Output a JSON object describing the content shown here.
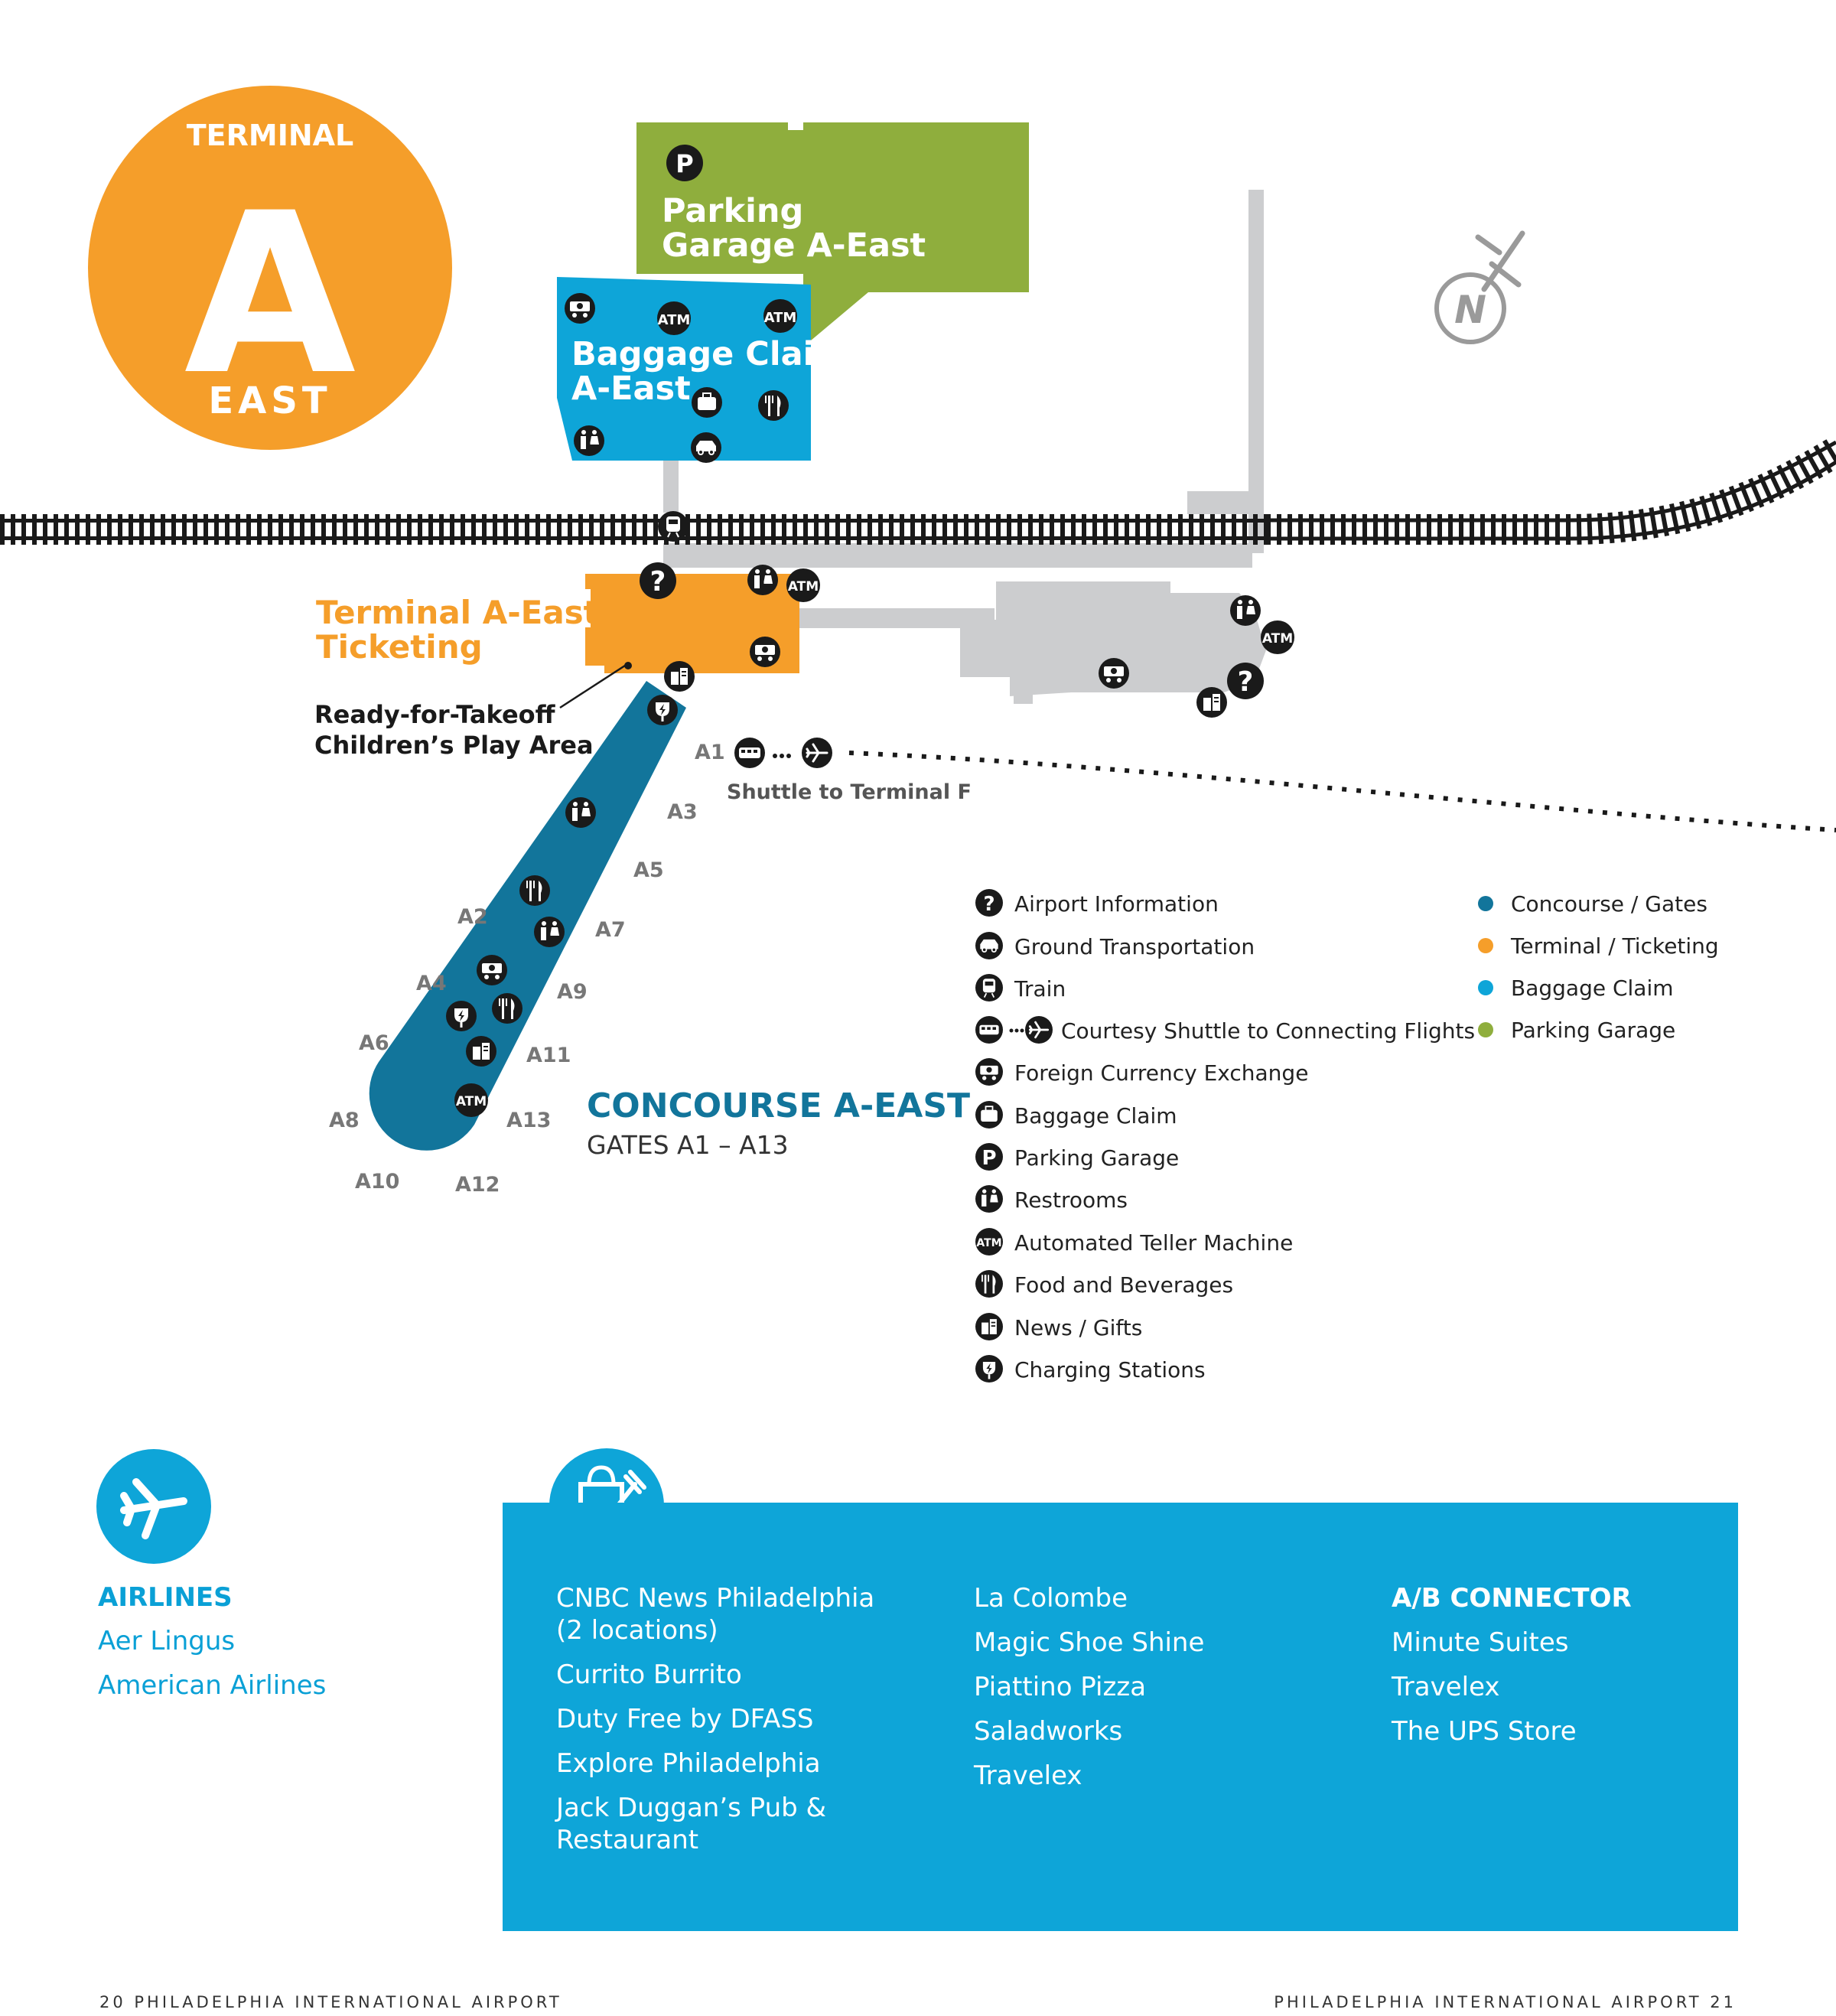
{
  "badge": {
    "top": "TERMINAL",
    "letter": "A",
    "bottom": "EAST"
  },
  "areas": {
    "parking": {
      "line1": "Parking",
      "line2": "Garage A-East"
    },
    "baggage": {
      "line1": "Baggage Claim",
      "line2": "A-East"
    },
    "ticketing": {
      "line1": "Terminal A-East",
      "line2": "Ticketing"
    },
    "play_area": {
      "line1": "Ready-for-Takeoff",
      "line2": "Children’s Play Area"
    },
    "concourse": {
      "title": "CONCOURSE A-EAST",
      "subtitle": "GATES A1 – A13"
    },
    "shuttle": "Shuttle to Terminal F"
  },
  "gates": [
    "A1",
    "A2",
    "A3",
    "A4",
    "A5",
    "A6",
    "A7",
    "A8",
    "A9",
    "A10",
    "A11",
    "A12",
    "A13"
  ],
  "compass": "N",
  "icons": {
    "atm": "ATM",
    "info": "?",
    "parking": "P"
  },
  "legend_icons": [
    {
      "icon": "info-icon",
      "label": "Airport Information"
    },
    {
      "icon": "ground-transport-icon",
      "label": "Ground Transportation"
    },
    {
      "icon": "train-icon",
      "label": "Train"
    },
    {
      "icon": "shuttle-icon",
      "label": "Courtesy Shuttle to Connecting Flights"
    },
    {
      "icon": "currency-exchange-icon",
      "label": "Foreign Currency Exchange"
    },
    {
      "icon": "baggage-icon",
      "label": "Baggage Claim"
    },
    {
      "icon": "parking-icon",
      "label": "Parking Garage"
    },
    {
      "icon": "restroom-icon",
      "label": "Restrooms"
    },
    {
      "icon": "atm-icon",
      "label": "Automated Teller Machine"
    },
    {
      "icon": "food-icon",
      "label": "Food and Beverages"
    },
    {
      "icon": "news-icon",
      "label": "News / Gifts"
    },
    {
      "icon": "charging-icon",
      "label": "Charging Stations"
    }
  ],
  "legend_colors": [
    {
      "color": "#12759b",
      "label": "Concourse / Gates"
    },
    {
      "color": "#f59e2a",
      "label": "Terminal / Ticketing"
    },
    {
      "color": "#0ea5d8",
      "label": "Baggage Claim"
    },
    {
      "color": "#8fae3d",
      "label": "Parking Garage"
    }
  ],
  "airlines": {
    "title": "AIRLINES",
    "items": [
      "Aer Lingus",
      "American Airlines"
    ]
  },
  "shops": {
    "col1": [
      "CNBC News Philadelphia (2 locations)",
      "Currito Burrito",
      "Duty Free by DFASS",
      "Explore Philadelphia",
      "Jack Duggan’s Pub & Restaurant"
    ],
    "col2": [
      "La Colombe",
      "Magic Shoe Shine",
      "Piattino Pizza",
      "Saladworks",
      "Travelex"
    ],
    "col3_title": "A/B CONNECTOR",
    "col3": [
      "Minute Suites",
      "Travelex",
      "The UPS Store"
    ]
  },
  "footer": {
    "left": "20 PHILADELPHIA INTERNATIONAL AIRPORT",
    "right": "PHILADELPHIA INTERNATIONAL AIRPORT 21"
  },
  "colors": {
    "concourse": "#12759b",
    "terminal": "#f59e2a",
    "baggage": "#0ea5d8",
    "parking": "#8fae3d",
    "gray": "#cccdcf",
    "icon": "#1a1a1a"
  }
}
